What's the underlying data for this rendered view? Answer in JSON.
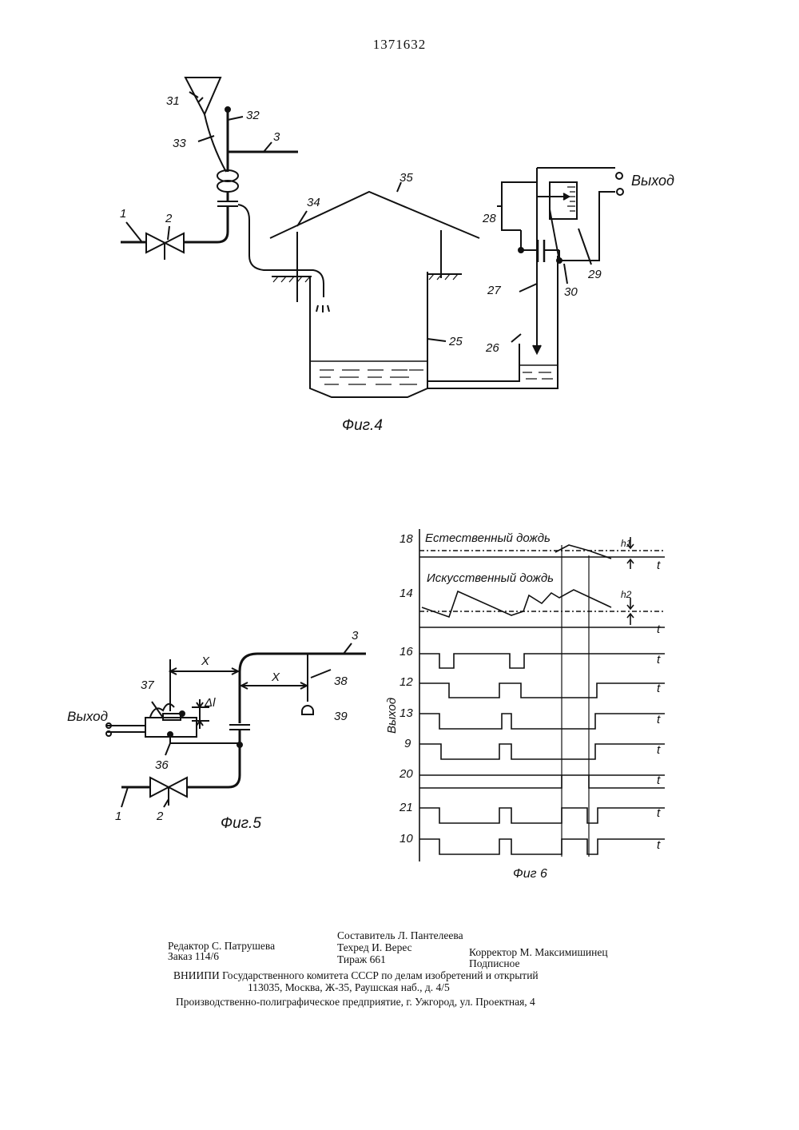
{
  "header": {
    "patent_number": "1371632"
  },
  "fig4": {
    "caption": "Фиг.4",
    "output_label": "Выход",
    "labels": [
      "31",
      "32",
      "33",
      "3",
      "1",
      "2",
      "34",
      "35",
      "28",
      "29",
      "30",
      "27",
      "26",
      "25"
    ]
  },
  "fig5": {
    "caption": "Фиг.5",
    "output_label": "Выход",
    "labels": [
      "37",
      "36",
      "38",
      "39",
      "3",
      "1",
      "2"
    ],
    "dim_x": "X",
    "dim_dl": "Δl"
  },
  "fig6": {
    "caption": "Фиг 6",
    "vertical_label": "Выход",
    "natural_rain": "Естественный дождь",
    "artificial_rain": "Искусственный дождь",
    "h1": "h1",
    "h2": "h2",
    "t_label": "t",
    "row_labels": [
      "18",
      "14",
      "16",
      "12",
      "13",
      "9",
      "20",
      "21",
      "10"
    ]
  },
  "footer": {
    "editor": "Редактор С. Патрушева",
    "compiler": "Составитель Л. Пантелеева",
    "techred": "Техред И. Верес",
    "corrector": "Корректор М. Максимишинец",
    "order": "Заказ 114/6",
    "circulation": "Тираж 661",
    "subscription": "Подписное",
    "vniipi": "ВНИИПИ Государственного комитета СССР по делам изобретений и открытий",
    "address": "113035, Москва, Ж-35, Раушская наб., д. 4/5",
    "printer": "Производственно-полиграфическое предприятие, г. Ужгород, ул. Проектная, 4"
  }
}
